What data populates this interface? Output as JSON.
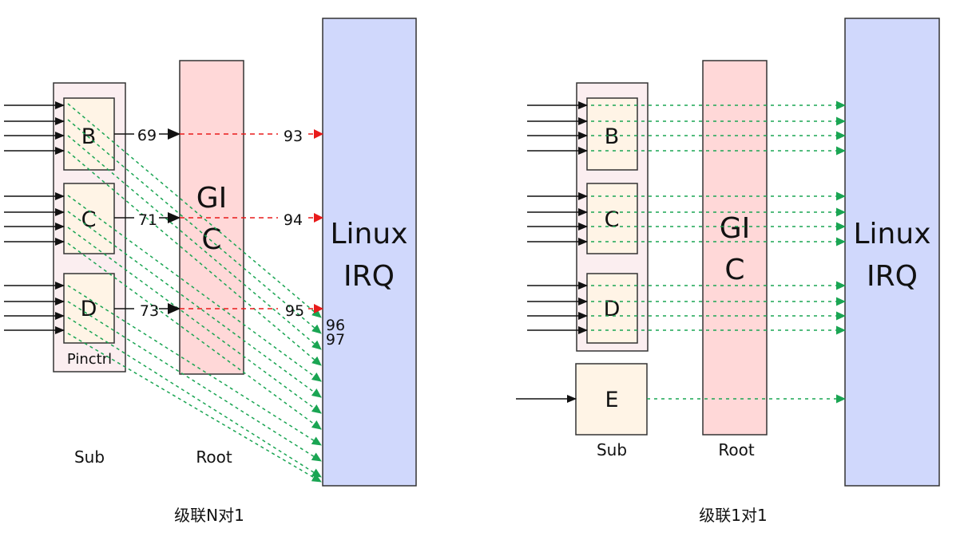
{
  "colors": {
    "pinctrl_fill": "#fbeef0",
    "sub_fill": "#fff4e6",
    "gic_fill": "#ffd8d8",
    "irq_fill": "#d0d8fc",
    "red_dash": "#e81b1b",
    "green_dash": "#1aa553",
    "arrow": "#111111"
  },
  "left": {
    "caption": "级联N对1",
    "blocks": [
      "B",
      "C",
      "D"
    ],
    "pinctrl_label": "Pinctrl",
    "sub_label": "Sub",
    "root_label": "Root",
    "gic_label_line1": "GI",
    "gic_label_line2": "C",
    "irq_label_line1": "Linux",
    "irq_label_line2": "IRQ",
    "gic_numbers": [
      "69",
      "71",
      "73"
    ],
    "irq_numbers": [
      "93",
      "94",
      "95"
    ],
    "extra_irq_numbers": [
      "96",
      "97"
    ]
  },
  "right": {
    "caption": "级联1对1",
    "blocks": [
      "B",
      "C",
      "D"
    ],
    "extra_block": "E",
    "sub_label": "Sub",
    "root_label": "Root",
    "gic_label_line1": "GI",
    "gic_label_line2": "C",
    "irq_label_line1": "Linux",
    "irq_label_line2": "IRQ"
  }
}
